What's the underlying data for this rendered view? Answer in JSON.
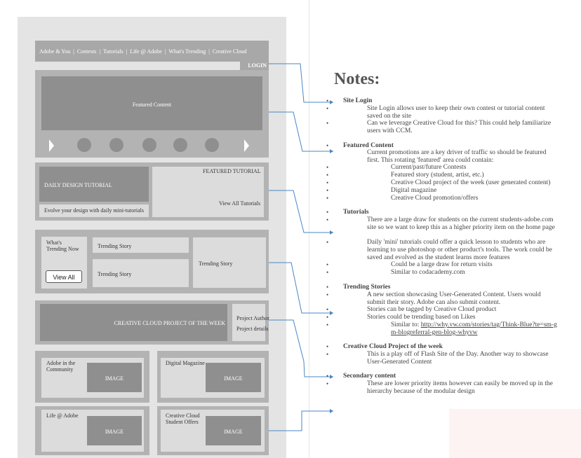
{
  "nav": {
    "items": [
      "Adobe & You",
      "Contests",
      "Tutorials",
      "Life @ Adobe",
      "What's Trending",
      "Creative Cloud"
    ],
    "separator": "|",
    "login": "LOGIN"
  },
  "featured": {
    "label": "Featured Content"
  },
  "tutorial": {
    "daily_title": "DAILY DESIGN TUTORIAL",
    "daily_caption": "Evolve your design with daily mini-tutorials",
    "featured_label": "FEATURED TUTORIAL",
    "view_all": "View All Tutorials"
  },
  "trending": {
    "heading": "What's Trending Now",
    "view_all": "View All",
    "stories": [
      "Trending Story",
      "Trending Story",
      "Trending Story"
    ]
  },
  "ccproject": {
    "title": "CREATIVE CLOUD PROJECT OF THE WEEK",
    "author": "Project Author",
    "details": "Project details"
  },
  "secondary": {
    "image_label": "IMAGE",
    "items": [
      "Adobe in the Community",
      "Digital Magazine",
      "Life @ Adobe",
      "Creative Cloud Student Offers"
    ]
  },
  "notes": {
    "title": "Notes:",
    "sections": [
      {
        "heading": "Site Login",
        "lines": [
          "Site Login allows user to keep their own contest or tutorial content saved on the site",
          "Can we leverage Creative Cloud for this? This could help familiarize users with CCM."
        ]
      },
      {
        "heading": "Featured Content",
        "intro": "Current promotions are a key driver of traffic so should be featured first. This rotating 'featured' area could contain:",
        "sub": [
          "Current/past/future Contests",
          "Featured story (student, artist, etc.)",
          "Creative Cloud project of the week (user generated content)",
          "Digital magazine",
          "Creative Cloud promotion/offers"
        ]
      },
      {
        "heading": "Tutorials",
        "lines": [
          "There are a large draw for students on the current students-adobe.com site so we want to keep this as a higher priority item on the home page",
          "Daily 'mini' tutorials could offer a quick lesson to students who are learning to use photoshop or other product's tools. The work could be saved and evolved as the student learns more features"
        ],
        "sub": [
          "Could be a large draw for return visits",
          "Similar to codacademy.com"
        ]
      },
      {
        "heading": "Trending Stories",
        "lines": [
          "A new section showcasing User-Generated Content. Users would submit their story. Adobe can also submit content.",
          "Stories can be tagged by Creative Cloud product",
          "Stories could be trending based on Likes"
        ],
        "sub_prefix": "Similar to:",
        "link": "http://why.vw.com/stories/tag/Think-Blue?te=sm-gm-blogreferral-gen-blog-whyvw"
      },
      {
        "heading": "Creative Cloud Project of the week",
        "lines": [
          "This is a play off of Flash Site of the Day. Another way to showcase User-Generated Content"
        ]
      },
      {
        "heading": "Secondary content",
        "lines": [
          "These are lower priority items however can easily be moved up in the hierarchy because of the modular design"
        ]
      }
    ]
  },
  "colors": {
    "arrow": "#4a86c5",
    "panel": "#b3b3b3",
    "dark_block": "#8f8f8f",
    "light_block": "#dcdcdc"
  }
}
